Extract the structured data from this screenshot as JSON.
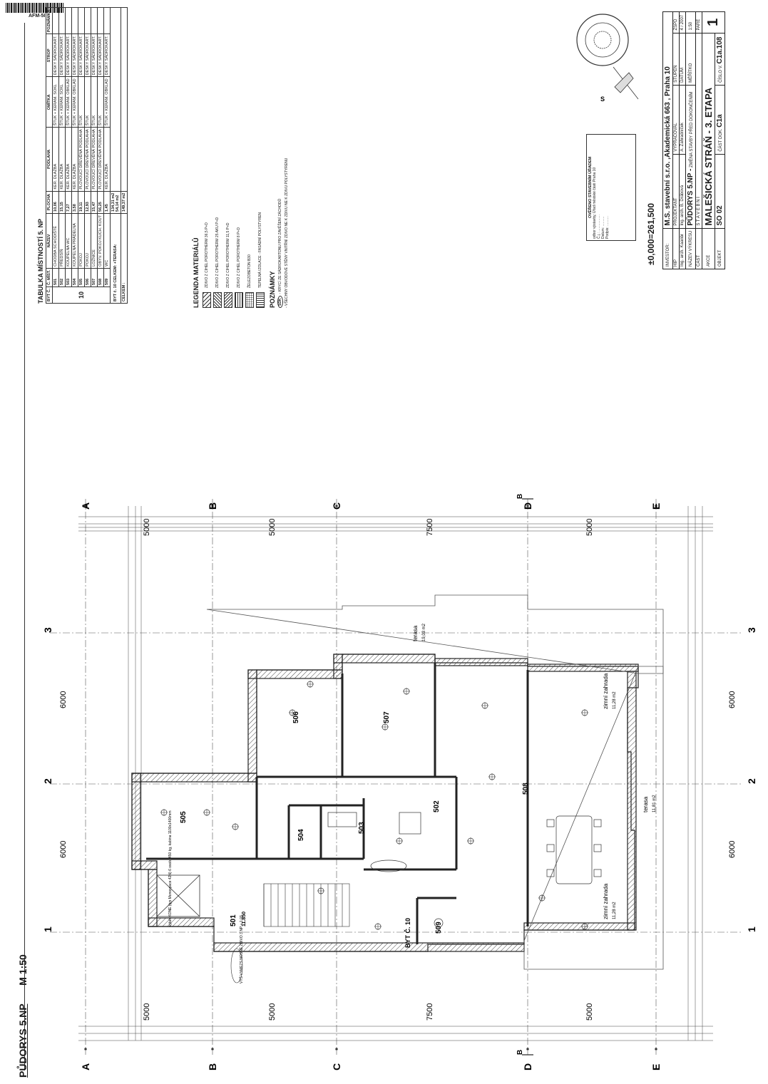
{
  "header": {
    "barcode_code": "AFM-5I"
  },
  "room_table": {
    "title": "TABULKA MÍSTNOSTÍ 5. NP",
    "columns": [
      "BYT Č.",
      "Č. MÍST.",
      "NÁZEV",
      "PLOCHA",
      "PODLAHA",
      "OMÍTKA",
      "STROP",
      "POZNÁMKA"
    ],
    "flat_no": "10",
    "rows": [
      {
        "no": "501",
        "name": "CHODBA SCHODIŠTĚ",
        "area": "10,06",
        "floor": "KER. DLAŽBA",
        "plaster": "ŠTUK + KERAM. SOKL",
        "ceiling": "DESKY SÁDROKART.",
        "note": ""
      },
      {
        "no": "502",
        "name": "PŘEDSÍŇ",
        "area": "15,15",
        "floor": "KER. DLAŽBA",
        "plaster": "ŠTUK + KERAM. SOKL",
        "ceiling": "DESKY SÁDROKART.",
        "note": ""
      },
      {
        "no": "503",
        "name": "KOUPELNA WC",
        "area": "7,27",
        "floor": "KER. DLAŽBA",
        "plaster": "ŠTUK + KERAM. OBKLAD",
        "ceiling": "DESKY SÁDROKART.",
        "note": ""
      },
      {
        "no": "504",
        "name": "KOUPELNA PRÁDELNA",
        "area": "3,58",
        "floor": "KER. DLAŽBA",
        "plaster": "ŠTUK + KERAM. OBKLAD",
        "ceiling": "DESKY SÁDROKART.",
        "note": ""
      },
      {
        "no": "505",
        "name": "POKOJ",
        "area": "19,11",
        "floor": "PLOVOUCÍ DŘEVĚNÁ PODLAHA",
        "plaster": "ŠTUK",
        "ceiling": "DESKY SÁDROKART.",
        "note": ""
      },
      {
        "no": "506",
        "name": "POKOJ",
        "area": "12,93",
        "floor": "PLOVOUCÍ DŘEVĚNÁ PODLAHA",
        "plaster": "ŠTUK",
        "ceiling": "DESKY SÁDROKART.",
        "note": ""
      },
      {
        "no": "507",
        "name": "LOŽNICE",
        "area": "15,47",
        "floor": "PLOVOUCÍ DŘEVĚNÁ PODLAHA",
        "plaster": "ŠTUK",
        "ceiling": "DESKY SÁDROKART.",
        "note": ""
      },
      {
        "no": "508",
        "name": "OBÝV. POKOJ KUCH. KOUT",
        "area": "56,25",
        "floor": "PLOVOUCÍ DŘEVĚNÁ PODLAHA",
        "plaster": "ŠTUK",
        "ceiling": "DESKY SÁDROKART.",
        "note": ""
      },
      {
        "no": "509",
        "name": "WC",
        "area": "1,45",
        "floor": "KER. DLAŽBA",
        "plaster": "ŠTUK + KERAM. OBKLAD",
        "ceiling": "DESKY SÁDROKART.",
        "note": ""
      }
    ],
    "subtotal_label": "BYT č. 10 CELKEM: +TERASA:",
    "subtotal_value": "134,31 m2",
    "terrace_value": "54,14 m2",
    "total_label": "CELKEM :",
    "total_value": "149,37 m2"
  },
  "legend": {
    "title": "LEGENDA MATERIÁLŮ",
    "items": [
      "ZDIVO Z CIHEL POROTHERM 36,5 P+D",
      "ZDIVO Z CIHEL POROTHERM 25 AKU P+D",
      "ZDIVO Z CIHEL POROTHERM 11,5 P+D",
      "ZDIVO Z CIHEL POROTHERM 8 P+D",
      "ŽELEZOBETON B30",
      "TEPELNÁ IZOLACE - FASÁDNÍ POLYSTYREN"
    ]
  },
  "notes": {
    "title": "POZNÁMKY",
    "items": [
      "- KRYCÍ ZE SÁDROKARTONU PRO ZAVĚŠENÍ ZÁCHODŮ",
      "- VŠECHNY OBVODOVÉ STĚNY VNITŘNÍ ZDIVO NE K ZDIVU NE K ZDIVU POLYSTYRENU"
    ],
    "marker": "SDK"
  },
  "stamp_office": {
    "title": "OVĚŘENO STAVEBNÍM ÚŘADEM",
    "lines": [
      "odbor výstavby, Úřad městské části Praha 10",
      "Č.j.: .................",
      "Datum: ..........",
      "Podpis: .........."
    ]
  },
  "level": "±0,000=261,500",
  "title_block": {
    "investor_label": "INVESTOR:",
    "investor": "M.S. stavební s.r.o. ,Akademická 663 , Praha 10",
    "roles": [
      "HIP",
      "PROJEKTANT",
      "VYPRACOVAL",
      "STUPEŇ",
      "ZSPD"
    ],
    "names": [
      "Ing. arch. Kaanbr",
      "Ing. arch. B. Drábová",
      "A. Zahradníček",
      "DATUM",
      "4 / 2007"
    ],
    "scale_label": "MĚŘÍTKO",
    "scale": "1:50",
    "drawing_name_label": "NÁZEV VÝKRESU",
    "drawing_name": "PŮDORYS 5.NP -",
    "drawing_note": "ZMĚNA STAVBY PŘED DOKONČENÍM",
    "part_label": "ČÁST",
    "part": "S T A V E B N Í",
    "action_label": "AKCE",
    "action": "MALEŠICKÁ STRÁŇ - 3. ETAPA",
    "object_label": "OBJEKT",
    "object": "SO 02",
    "part_doc_label": "ČÁST DOK.",
    "part_doc": "C1a",
    "number_label": "ČÍSLO V.",
    "number": "C1a.108",
    "pare_label": "PARÉ",
    "pare": "1"
  },
  "plan": {
    "title": "PŮDORYS 5.NP",
    "scale": "M 1:50",
    "axes_letters": [
      "A",
      "B",
      "C",
      "D",
      "E"
    ],
    "axes_numbers": [
      "1",
      "2",
      "3"
    ],
    "section_mark": "B",
    "letter_spacings": [
      "5000",
      "5000",
      "7500",
      "5000"
    ],
    "number_spacings": [
      "6000",
      "6000"
    ],
    "rooms": [
      {
        "id": "501",
        "label": "501",
        "extra": "11.850"
      },
      {
        "id": "502",
        "label": "502",
        "extra": ""
      },
      {
        "id": "503",
        "label": "503",
        "extra": ""
      },
      {
        "id": "504",
        "label": "504",
        "extra": ""
      },
      {
        "id": "505",
        "label": "505",
        "extra": ""
      },
      {
        "id": "506",
        "label": "506",
        "extra": ""
      },
      {
        "id": "507",
        "label": "507",
        "extra": ""
      },
      {
        "id": "508",
        "label": "508",
        "extra": ""
      },
      {
        "id": "509",
        "label": "509",
        "extra": ""
      }
    ],
    "flat_label": "BYT Č. 10",
    "terraces": [
      {
        "name": "terasa",
        "area": "19,03 m2"
      },
      {
        "name": "zimní zahrada",
        "area": "11,28 m2"
      },
      {
        "name": "terasa",
        "area": "11,81 m2"
      },
      {
        "name": "zimní zahrada",
        "area": "11,28 m2"
      }
    ],
    "elevator_note": "výtah KONE (typ Monospace 42N) 6 osob, 450 kg, kabina 1100x1400mm",
    "stair_note": "VÝŠ VYMEZS NOSNÉ ZDIVO 3.NP + 1,03"
  }
}
